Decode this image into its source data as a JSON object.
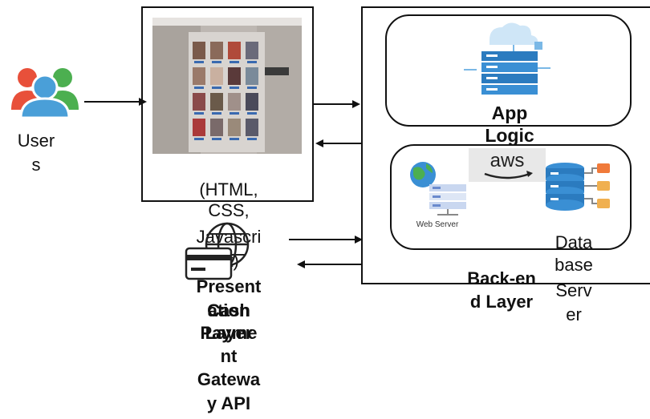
{
  "users": {
    "label_line1": "User",
    "label_line2": "s"
  },
  "frontend": {
    "tech_line1": "(HTML,",
    "tech_line2": "CSS,",
    "tech_line3": "Javascri",
    "tech_line4": "pt)",
    "layer_line1": "Present",
    "layer_line2": "ation",
    "layer_line3": "Layer"
  },
  "payment": {
    "line1": "Cash",
    "line2": "Payme",
    "line3": "nt",
    "line4": "Gatewa",
    "line5": "y API"
  },
  "backend": {
    "app_logic_line1": "App",
    "app_logic_line2": "Logic",
    "aws_label": "aws",
    "web_server_label": "Web Server",
    "database_line1": "Data",
    "database_line2": "base",
    "database_line3": "Serv",
    "database_line4": "er",
    "layer_line1": "Back-en",
    "layer_line2": "d Layer"
  },
  "colors": {
    "user_red": "#e8503a",
    "user_green": "#4caf50",
    "user_blue": "#4a9fd8",
    "server_blue": "#2b7bbf",
    "db_orange": "#f07a3a"
  }
}
